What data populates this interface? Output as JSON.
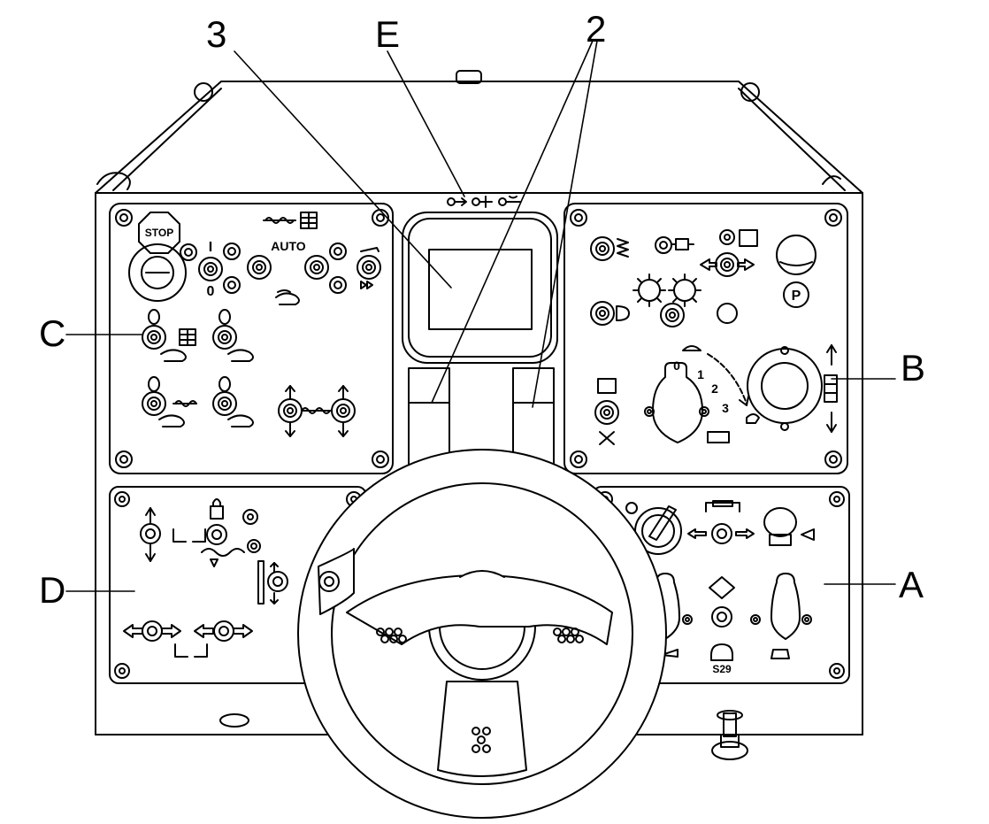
{
  "callouts": {
    "three": "3",
    "e": "E",
    "two": "2",
    "c": "C",
    "b": "B",
    "d": "D",
    "a": "A"
  },
  "panel_text": {
    "stop": "STOP",
    "auto": "AUTO",
    "roman_one": "I",
    "zero": "0",
    "speed_zero": "0",
    "speed_one": "1",
    "speed_two": "2",
    "speed_three": "3",
    "parking": "P",
    "s29": "S29"
  },
  "colors": {
    "line": "#000000",
    "background": "#ffffff"
  },
  "icons": [
    "stop-icon",
    "emergency-stop-button",
    "auger-icon",
    "conveyor-icon",
    "hand-icon",
    "engine-icon",
    "oil-icon",
    "temperature-icon",
    "turtle-icon",
    "rabbit-icon",
    "lock-icon",
    "horn-icon",
    "light-icon",
    "vibration-icon",
    "steering-wheel-icon"
  ]
}
